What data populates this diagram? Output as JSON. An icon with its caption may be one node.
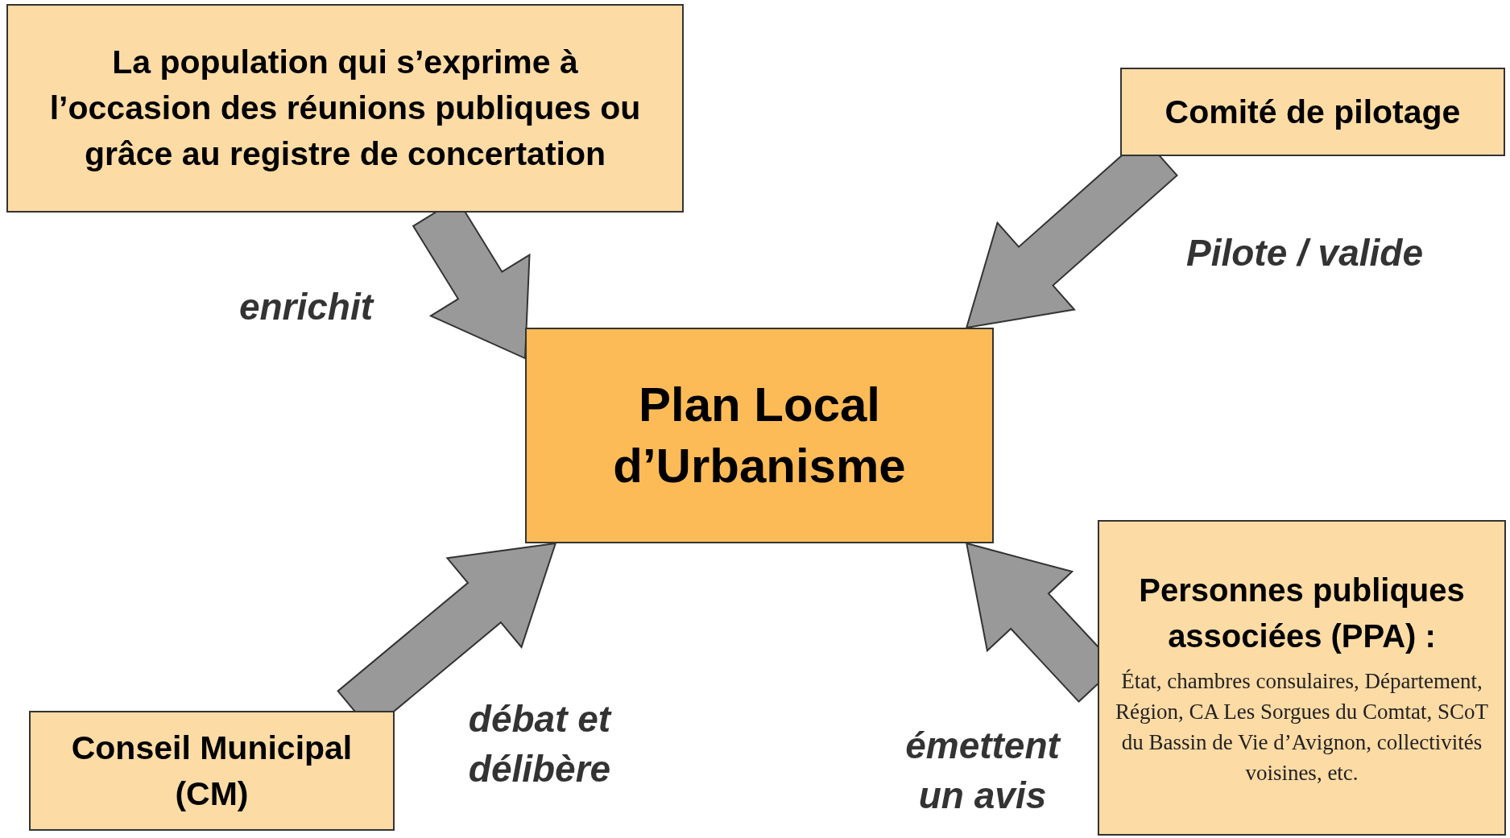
{
  "diagram": {
    "nodes": [
      {
        "text": [
          "Plan Local d’Urbanisme"
        ]
      },
      {
        "text": [
          "La population qui s’exprime à l’occasion des réunions publiques ou grâce au registre de concertation"
        ]
      },
      {
        "text": [
          "Comité de pilotage"
        ]
      },
      {
        "text": [
          "Conseil Municipal (CM)"
        ]
      },
      {
        "text": [
          "Personnes publiques associées (PPA) :",
          "État, chambres consulaires, Département, Région, CA Les Sorgues du Comtat, SCoT du Bassin de Vie d’Avignon, collectivités voisines, etc."
        ]
      }
    ],
    "edges": [
      {
        "from": 1,
        "to": 0,
        "arrow": "to",
        "label": "enrichit",
        "style": "thick"
      },
      {
        "from": 2,
        "to": 0,
        "arrow": "to",
        "label": "Pilote / valide",
        "style": "thick"
      },
      {
        "from": 3,
        "to": 0,
        "arrow": "to",
        "label": "débat et délibère",
        "style": "thick"
      },
      {
        "from": 4,
        "to": 0,
        "arrow": "to",
        "label": "émettent un avis",
        "style": "thick"
      }
    ]
  }
}
